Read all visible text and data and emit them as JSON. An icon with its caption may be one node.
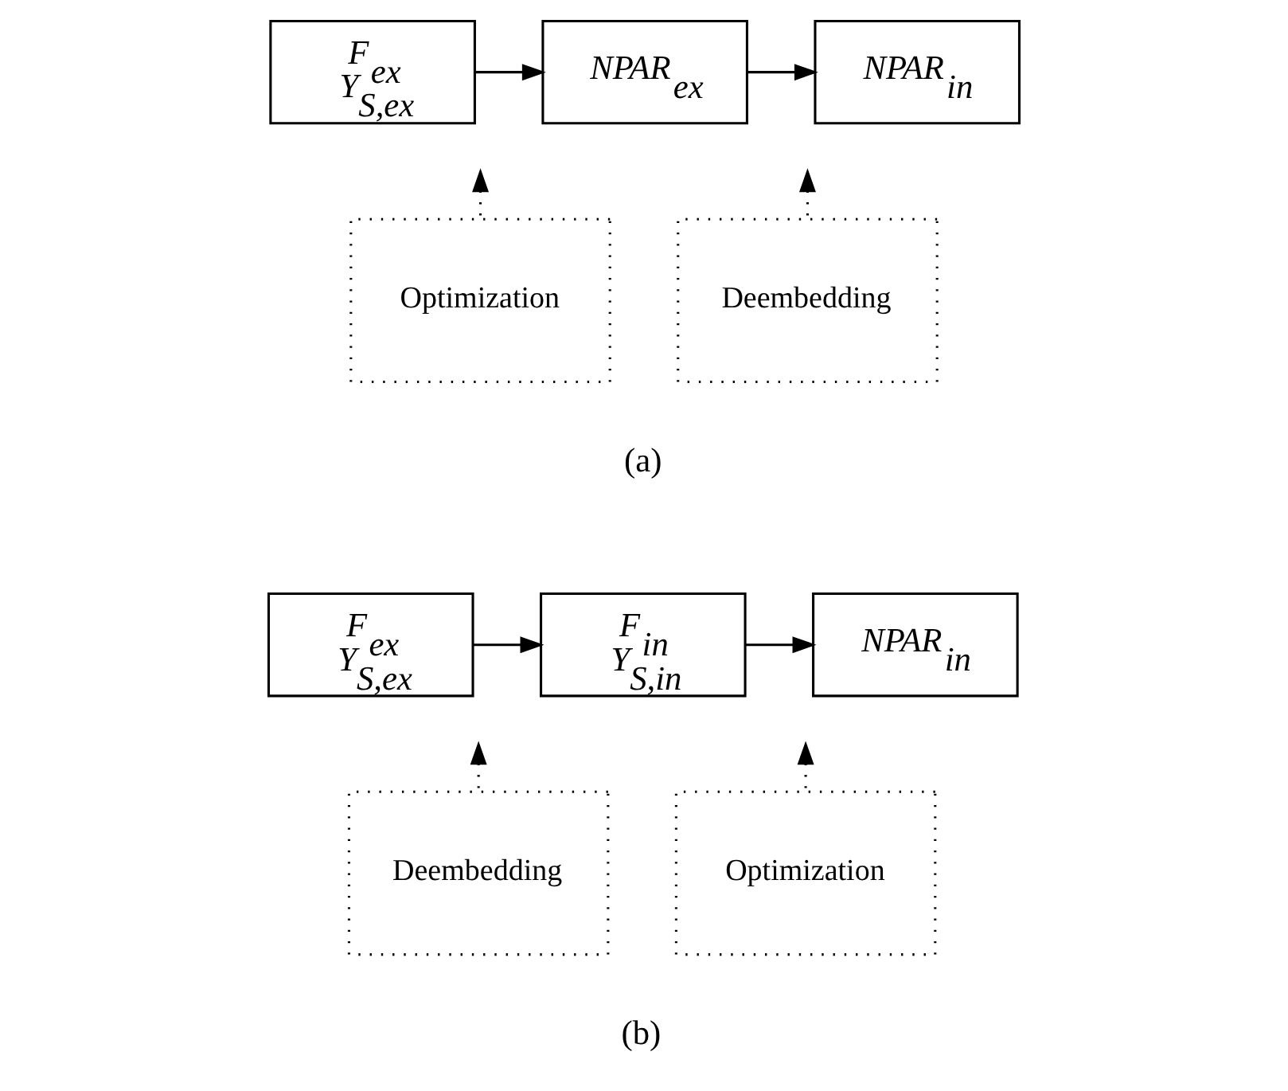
{
  "diagram": {
    "nodes": [
      {
        "text": [
          "F$_{ex}$ Y$_{S,ex}$"
        ]
      },
      {
        "text": [
          "NPAR$_{ex}$"
        ]
      },
      {
        "text": [
          "NPAR$_{in}$"
        ]
      },
      {
        "text": [
          "Optimization"
        ]
      },
      {
        "text": [
          "Deembedding"
        ]
      },
      {
        "text": [
          "F$_{ex}$ Y$_{S,ex}$"
        ]
      },
      {
        "text": [
          "F$_{in}$ Y$_{S,in}$"
        ]
      },
      {
        "text": [
          "NPAR$_{in}$"
        ]
      },
      {
        "text": [
          "Deembedding"
        ]
      },
      {
        "text": [
          "Optimization"
        ]
      }
    ],
    "edges": [
      {
        "from": 0,
        "to": 1,
        "arrow": "to"
      },
      {
        "from": 1,
        "to": 2,
        "arrow": "to"
      },
      {
        "from": 3,
        "to": null,
        "arrow": "to",
        "style": "dashed"
      },
      {
        "from": 4,
        "to": null,
        "arrow": "to",
        "style": "dashed"
      },
      {
        "from": 5,
        "to": 6,
        "arrow": "to"
      },
      {
        "from": 6,
        "to": 7,
        "arrow": "to"
      },
      {
        "from": 8,
        "to": null,
        "arrow": "to",
        "style": "dashed"
      },
      {
        "from": 9,
        "to": null,
        "arrow": "to",
        "style": "dashed"
      }
    ],
    "labels": [
      "(a)",
      "(b)"
    ]
  }
}
